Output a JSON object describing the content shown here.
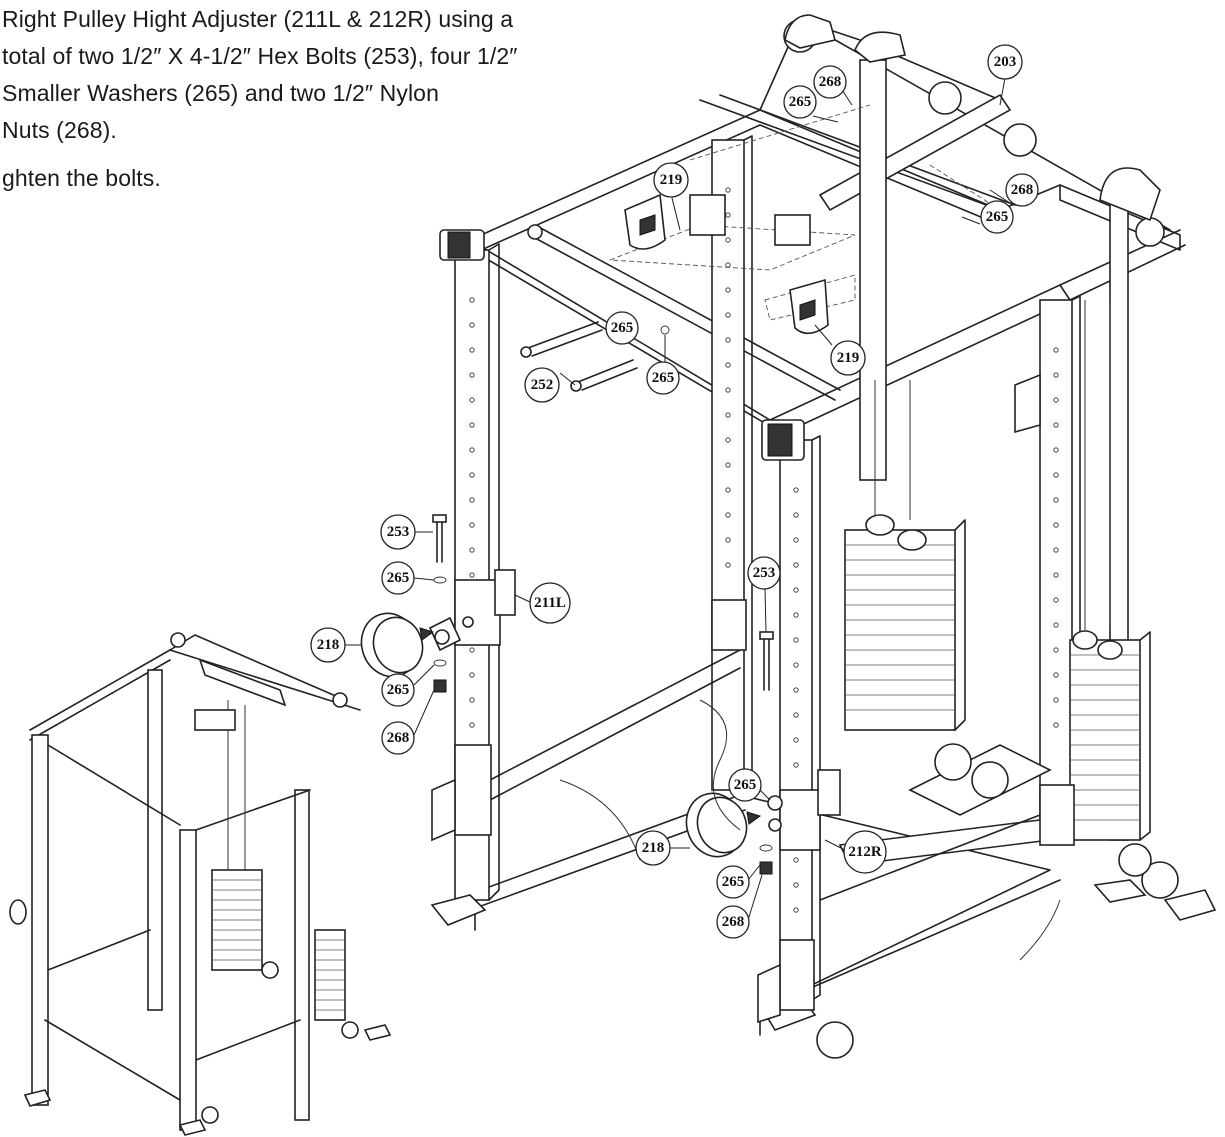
{
  "instructions": {
    "lines": [
      "Right Pulley Hight Adjuster (211L & 212R) using a",
      "total of two 1/2″ X 4-1/2″ Hex Bolts (253), four 1/2″",
      "Smaller Washers (265) and two 1/2″ Nylon",
      "Nuts (268).",
      "ghten the bolts."
    ]
  },
  "callouts": {
    "c203": "203",
    "c268_top": "268",
    "c265_top": "265",
    "c268_right": "268",
    "c265_right": "265",
    "c219_top": "219",
    "c219_right": "219",
    "c265_mid1": "265",
    "c265_mid2": "265",
    "c252": "252",
    "c253_left": "253",
    "c265_left1": "265",
    "c211l": "211L",
    "c218_left": "218",
    "c265_left2": "265",
    "c268_left": "268",
    "c253_right": "253",
    "c265_r1": "265",
    "c218_right": "218",
    "c212r": "212R",
    "c265_r2": "265",
    "c268_r": "268"
  }
}
